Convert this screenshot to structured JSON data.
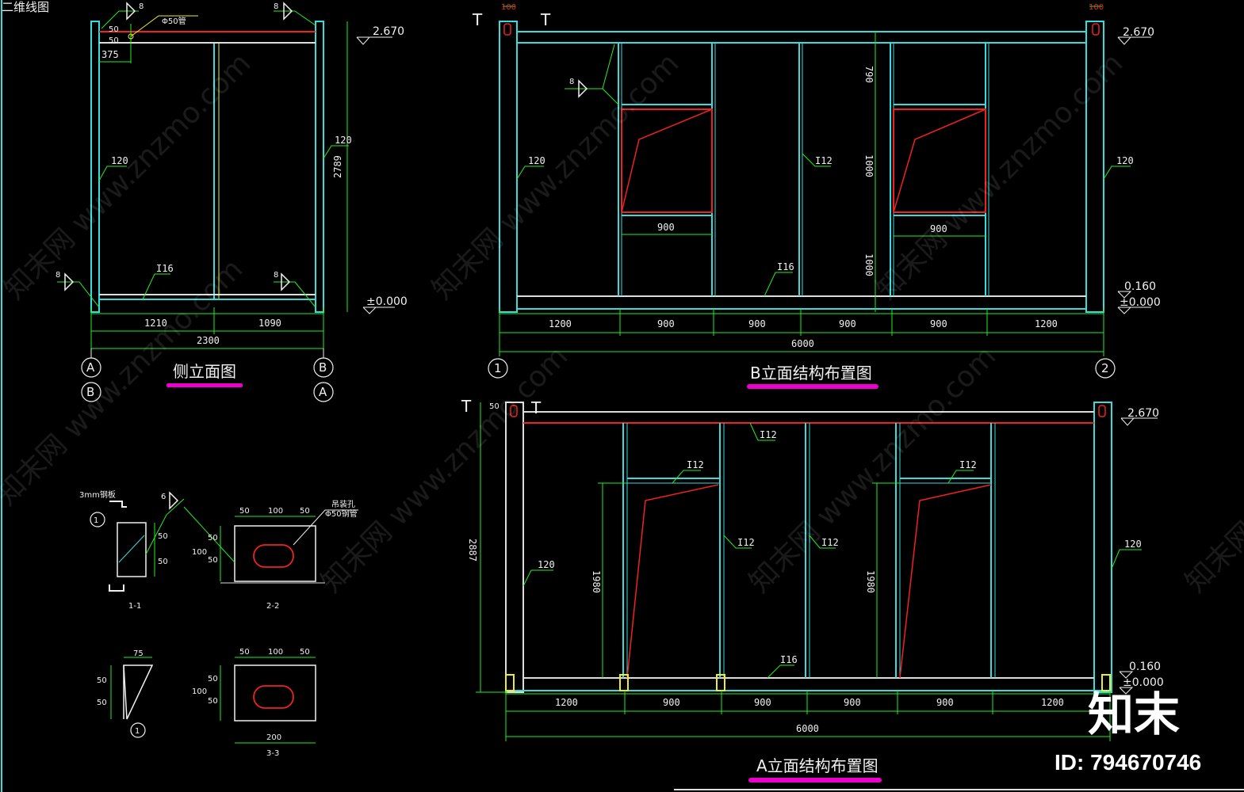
{
  "window_title": "二维线图",
  "colors": {
    "background": "#000000",
    "frame": "#33dddd",
    "dimension": "#22ee22",
    "opening": "#ee2222",
    "underline": "#ee00cc",
    "text": "#f0f0f0",
    "beam_white": "#dddddd",
    "anchor": "#eeee22"
  },
  "views": {
    "side": {
      "title": "侧立面图",
      "top_level": "2.670",
      "base_level": "±0.000",
      "height_dim": "2789",
      "width_dims": [
        "1210",
        "1090"
      ],
      "total_width": "2300",
      "edge_dims": [
        "375"
      ],
      "section_label": "120",
      "small_dims": [
        "50",
        "50"
      ],
      "beam_label": "I16",
      "weld_label": "8",
      "pipe_note": "Φ50管",
      "axis_labels_left": [
        "A",
        "B"
      ],
      "axis_labels_right": [
        "B",
        "A"
      ]
    },
    "elevation_b": {
      "title": "B立面结构布置图",
      "top_level": "2.670",
      "floor_level": "0.160",
      "base_level": "±0.000",
      "top_dims": [
        "100",
        "100"
      ],
      "bay_dims": [
        "1200",
        "900",
        "900",
        "900",
        "900",
        "1200"
      ],
      "total_width": "6000",
      "vertical_dims": [
        "790",
        "1000",
        "1000"
      ],
      "opening_widths": [
        "900",
        "900"
      ],
      "column_labels": [
        "120",
        "I12",
        "120"
      ],
      "beam_label": "I16",
      "weld_label": "8",
      "axis_left": "1",
      "axis_right": "2"
    },
    "elevation_a": {
      "title": "A立面结构布置图",
      "top_level": "2.670",
      "floor_level": "0.160",
      "base_level": "±0.000",
      "top_dim": "50",
      "height_dim": "2887",
      "bay_dims": [
        "1200",
        "900",
        "900",
        "900",
        "900",
        "1200"
      ],
      "total_width": "6000",
      "door_heights": [
        "1980",
        "1980"
      ],
      "member_labels": [
        "I12",
        "I12",
        "I12",
        "I12",
        "I12",
        "120",
        "120",
        "I16"
      ]
    },
    "details": {
      "detail1_note": "3mm钢板",
      "detail1_weld": "6",
      "detail1_dims": [
        "50",
        "50"
      ],
      "detail2_top_dims": [
        "50",
        "100",
        "50"
      ],
      "detail2_side_dims": [
        "100",
        "50",
        "50"
      ],
      "detail2_note": "吊装孔",
      "detail2_note2": "Φ50钢管",
      "detail3_dims": [
        "75",
        "50",
        "50"
      ],
      "detail4_top_dims": [
        "50",
        "100",
        "50"
      ],
      "detail4_side_dims": [
        "100",
        "50",
        "50"
      ],
      "detail4_bottom": "200",
      "section_tags": [
        "1-1",
        "2-2",
        "3-3"
      ],
      "circle_label": "1"
    }
  },
  "watermark": {
    "text": "知末网 www.znzmo.com",
    "brand": "知末",
    "id_label": "ID: 794670746"
  }
}
